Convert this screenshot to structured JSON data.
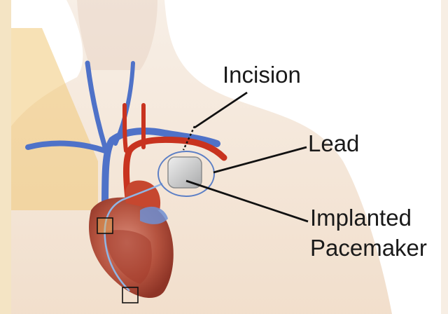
{
  "labels": {
    "incision": "Incision",
    "lead": "Lead",
    "implanted": "Implanted",
    "pacemaker": "Pacemaker"
  },
  "colors": {
    "paper": "#f7e9cf",
    "skin": "#f4e2cf",
    "vein": "#4f72c8",
    "artery": "#c8331f",
    "heart": "#b44b3c",
    "device": "#c9cacb",
    "line": "#111111"
  }
}
